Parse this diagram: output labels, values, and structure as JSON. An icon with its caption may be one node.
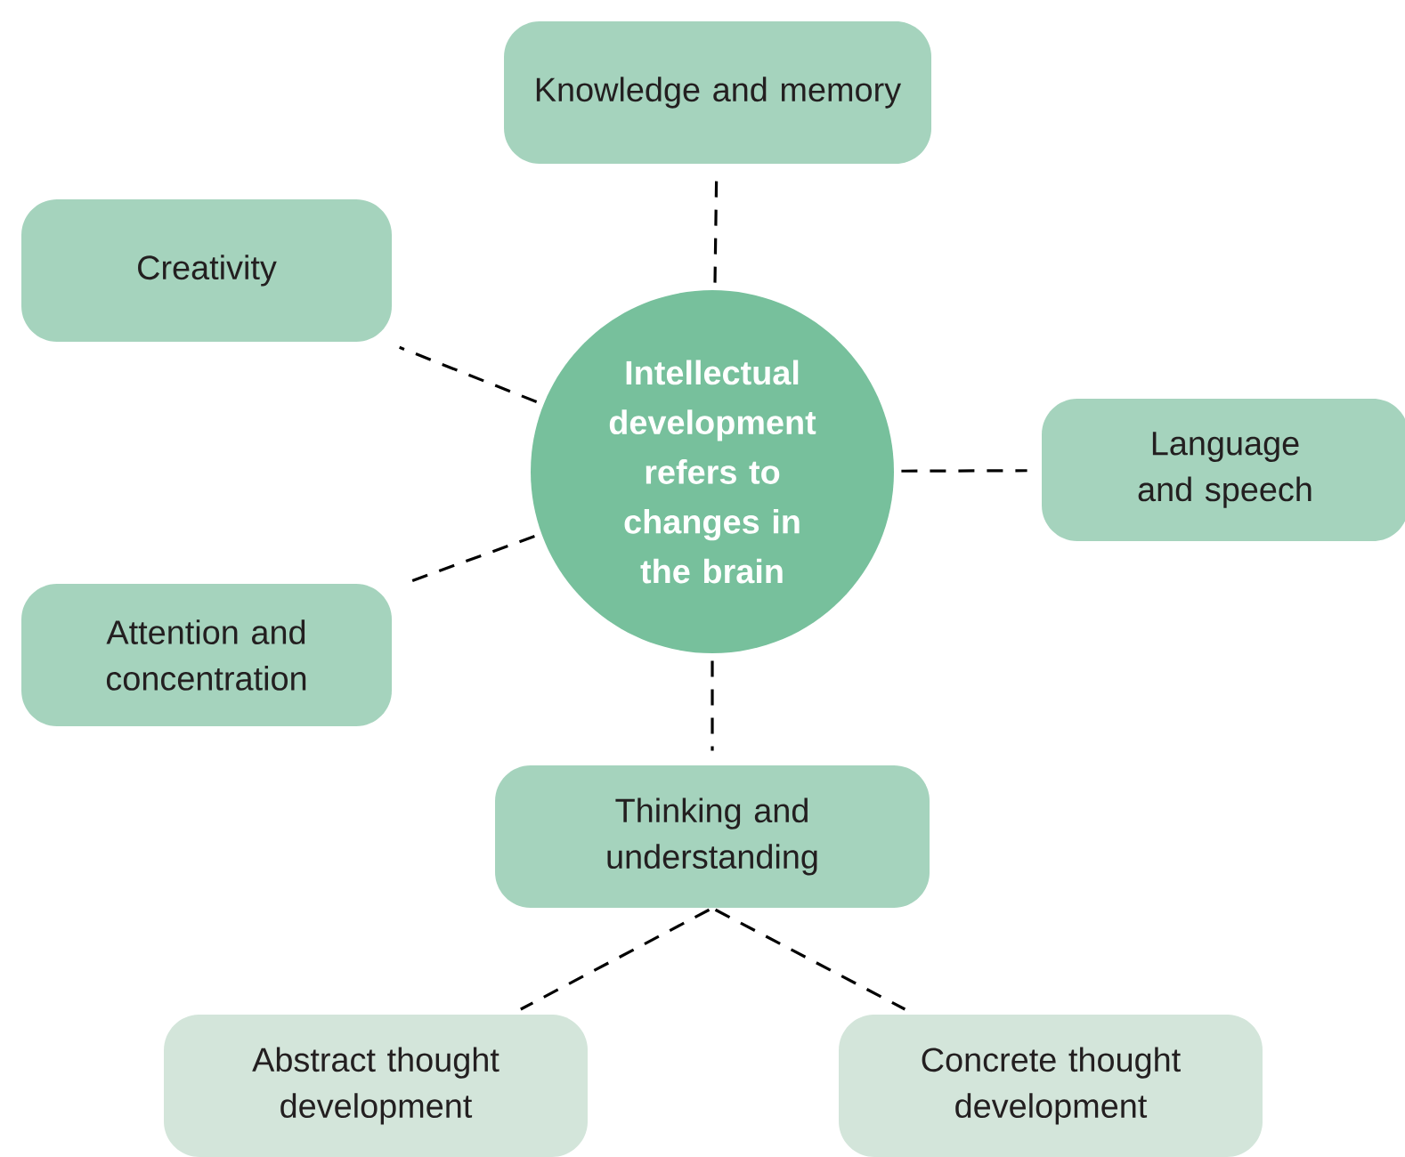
{
  "diagram": {
    "nodes": [
      {
        "text": [
          "Intellectual development refers to changes in the brain"
        ]
      },
      {
        "text": [
          "Knowledge and memory"
        ]
      },
      {
        "text": [
          "Creativity"
        ]
      },
      {
        "text": [
          "Language and speech"
        ]
      },
      {
        "text": [
          "Attention and concentration"
        ]
      },
      {
        "text": [
          "Thinking and understanding"
        ]
      },
      {
        "text": [
          "Abstract thought development"
        ]
      },
      {
        "text": [
          "Concrete thought development"
        ]
      }
    ],
    "edges": [
      {
        "from": 0,
        "to": 1,
        "arrow": "none",
        "style": "dashed"
      },
      {
        "from": 0,
        "to": 2,
        "arrow": "none",
        "style": "dashed"
      },
      {
        "from": 0,
        "to": 3,
        "arrow": "none",
        "style": "dashed"
      },
      {
        "from": 0,
        "to": 4,
        "arrow": "none",
        "style": "dashed"
      },
      {
        "from": 0,
        "to": 5,
        "arrow": "none",
        "style": "dashed"
      },
      {
        "from": 5,
        "to": 6,
        "arrow": "none",
        "style": "dashed"
      },
      {
        "from": 5,
        "to": 7,
        "arrow": "none",
        "style": "dashed"
      }
    ]
  }
}
